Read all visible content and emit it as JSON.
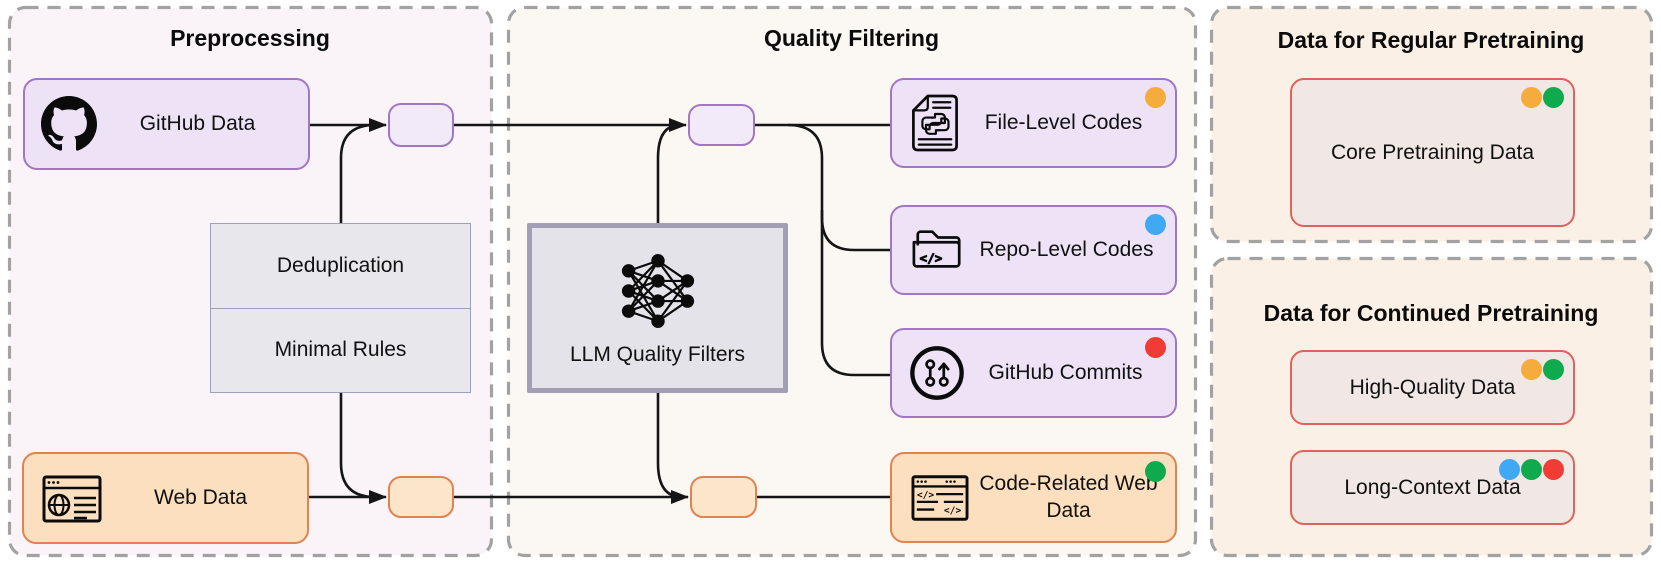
{
  "colors": {
    "yellow": "#F5AC3C",
    "green": "#0FAA4E",
    "blue": "#3FA9F4",
    "red": "#F13B35",
    "purple_border": "#A177C5",
    "purple_fill": "#EDE2F6",
    "orange_border": "#E08350",
    "orange_fill": "#FCDFBF",
    "rose_border": "#D9655C",
    "rose_fill": "#F1E7E5",
    "panel_border": "#A2A2A2"
  },
  "panels": {
    "preprocessing": {
      "title": "Preprocessing"
    },
    "quality_filtering": {
      "title": "Quality Filtering"
    },
    "regular_pretraining": {
      "title": "Data for Regular Pretraining"
    },
    "continued_pretraining": {
      "title": "Data for Continued Pretraining"
    }
  },
  "nodes": {
    "github_data": {
      "label": "GitHub Data",
      "icon": "github-icon"
    },
    "web_data": {
      "label": "Web Data",
      "icon": "browser-globe-icon"
    },
    "deduplication": {
      "label": "Deduplication"
    },
    "minimal_rules": {
      "label": "Minimal Rules"
    },
    "llm_quality_filters": {
      "label": "LLM Quality Filters",
      "icon": "neural-network-icon"
    },
    "file_level_codes": {
      "label": "File-Level Codes",
      "icon": "python-document-icon",
      "dots": [
        "yellow"
      ]
    },
    "repo_level_codes": {
      "label": "Repo-Level Codes",
      "icon": "code-folder-icon",
      "dots": [
        "blue"
      ]
    },
    "github_commits": {
      "label": "GitHub Commits",
      "icon": "git-commits-icon",
      "dots": [
        "red"
      ]
    },
    "code_related_web_data": {
      "label": "Code-Related Web Data",
      "icon": "code-browser-icon",
      "dots": [
        "green"
      ]
    },
    "core_pretraining_data": {
      "label": "Core Pretraining Data",
      "dots": [
        "yellow",
        "green"
      ]
    },
    "high_quality_data": {
      "label": "High-Quality Data",
      "dots": [
        "yellow",
        "green"
      ]
    },
    "long_context_data": {
      "label": "Long-Context Data",
      "dots": [
        "blue",
        "green",
        "red"
      ]
    }
  },
  "icon_glyphs": {
    "code": "</>"
  }
}
